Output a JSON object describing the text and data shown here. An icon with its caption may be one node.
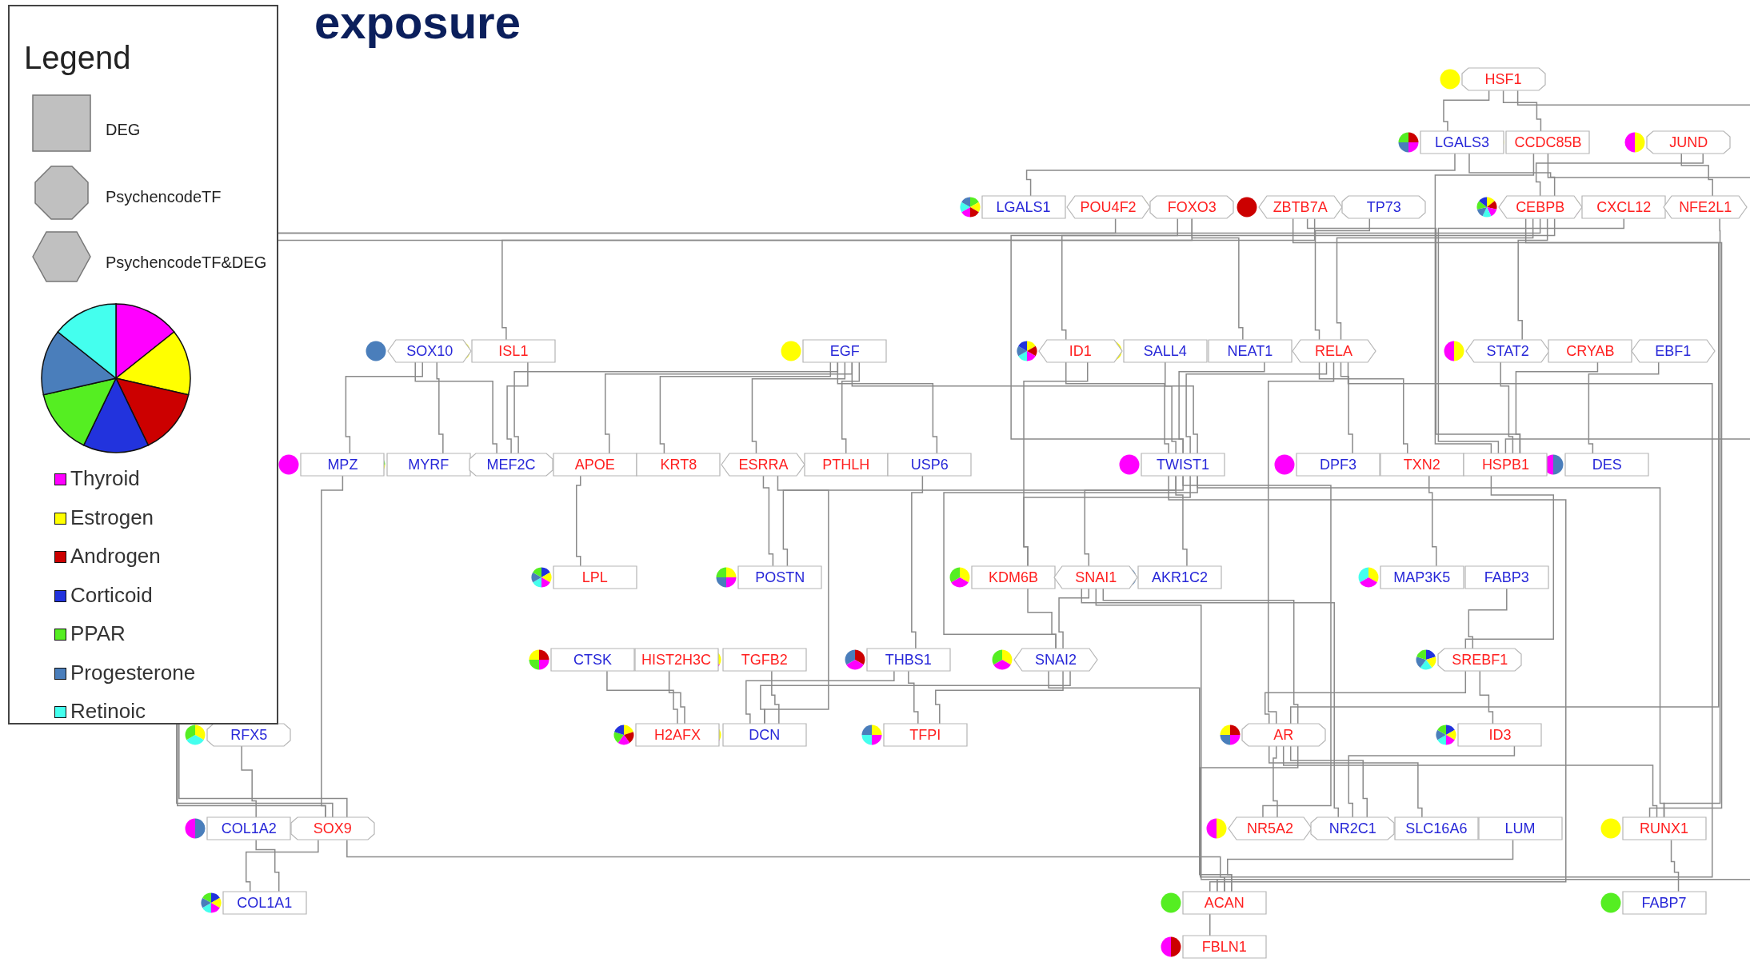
{
  "diagram": {
    "title": "exposure",
    "nodes": [
      {
        "text": [
          "HSF1"
        ]
      },
      {
        "text": [
          "LGALS3"
        ]
      },
      {
        "text": [
          "CCDC85B"
        ]
      },
      {
        "text": [
          "JUND"
        ]
      },
      {
        "text": [
          "LGALS1"
        ]
      },
      {
        "text": [
          "POU4F2"
        ]
      },
      {
        "text": [
          "FOXO3"
        ]
      },
      {
        "text": [
          "ZBTB7A"
        ]
      },
      {
        "text": [
          "TP73"
        ]
      },
      {
        "text": [
          "CEBPB"
        ]
      },
      {
        "text": [
          "CXCL12"
        ]
      },
      {
        "text": [
          "NFE2L1"
        ]
      },
      {
        "text": [
          "SOX10"
        ]
      },
      {
        "text": [
          "ISL1"
        ]
      },
      {
        "text": [
          "EGF"
        ]
      },
      {
        "text": [
          "ID1"
        ]
      },
      {
        "text": [
          "SALL4"
        ]
      },
      {
        "text": [
          "NEAT1"
        ]
      },
      {
        "text": [
          "RELA"
        ]
      },
      {
        "text": [
          "STAT2"
        ]
      },
      {
        "text": [
          "CRYAB"
        ]
      },
      {
        "text": [
          "EBF1"
        ]
      },
      {
        "text": [
          "MPZ"
        ]
      },
      {
        "text": [
          "MYRF"
        ]
      },
      {
        "text": [
          "MEF2C"
        ]
      },
      {
        "text": [
          "APOE"
        ]
      },
      {
        "text": [
          "KRT8"
        ]
      },
      {
        "text": [
          "ESRRA"
        ]
      },
      {
        "text": [
          "PTHLH"
        ]
      },
      {
        "text": [
          "USP6"
        ]
      },
      {
        "text": [
          "TWIST1"
        ]
      },
      {
        "text": [
          "DPF3"
        ]
      },
      {
        "text": [
          "TXN2"
        ]
      },
      {
        "text": [
          "HSPB1"
        ]
      },
      {
        "text": [
          "DES"
        ]
      },
      {
        "text": [
          "LPL"
        ]
      },
      {
        "text": [
          "POSTN"
        ]
      },
      {
        "text": [
          "KDM6B"
        ]
      },
      {
        "text": [
          "SNAI1"
        ]
      },
      {
        "text": [
          "AKR1C2"
        ]
      },
      {
        "text": [
          "MAP3K5"
        ]
      },
      {
        "text": [
          "FABP3"
        ]
      },
      {
        "text": [
          "CTSK"
        ]
      },
      {
        "text": [
          "HIST2H3C"
        ]
      },
      {
        "text": [
          "TGFB2"
        ]
      },
      {
        "text": [
          "THBS1"
        ]
      },
      {
        "text": [
          "SNAI2"
        ]
      },
      {
        "text": [
          "SREBF1"
        ]
      },
      {
        "text": [
          "RFX5"
        ]
      },
      {
        "text": [
          "H2AFX"
        ]
      },
      {
        "text": [
          "DCN"
        ]
      },
      {
        "text": [
          "TFPI"
        ]
      },
      {
        "text": [
          "AR"
        ]
      },
      {
        "text": [
          "ID3"
        ]
      },
      {
        "text": [
          "COL1A2"
        ]
      },
      {
        "text": [
          "SOX9"
        ]
      },
      {
        "text": [
          "NR5A2"
        ]
      },
      {
        "text": [
          "NR2C1"
        ]
      },
      {
        "text": [
          "SLC16A6"
        ]
      },
      {
        "text": [
          "LUM"
        ]
      },
      {
        "text": [
          "RUNX1"
        ]
      },
      {
        "text": [
          "COL1A1"
        ]
      },
      {
        "text": [
          "ACAN"
        ]
      },
      {
        "text": [
          "FABP7"
        ]
      },
      {
        "text": [
          "FBLN1"
        ]
      }
    ],
    "edges": [
      {
        "from": 0,
        "to": 1,
        "arrow": "none"
      },
      {
        "from": 0,
        "to": 2,
        "arrow": "none"
      },
      {
        "from": 0,
        "to": 33,
        "arrow": "none"
      },
      {
        "from": 1,
        "to": 4,
        "arrow": "none"
      },
      {
        "from": 1,
        "to": 9,
        "arrow": "none"
      },
      {
        "from": 2,
        "to": 33,
        "arrow": "none"
      },
      {
        "from": 2,
        "to": 62,
        "arrow": "none"
      },
      {
        "from": 3,
        "to": 9,
        "arrow": "none"
      },
      {
        "from": 3,
        "to": 11,
        "arrow": "none"
      },
      {
        "from": 5,
        "to": 55,
        "arrow": "none"
      },
      {
        "from": 6,
        "to": 15,
        "arrow": "none"
      },
      {
        "from": 6,
        "to": 17,
        "arrow": "none"
      },
      {
        "from": 7,
        "to": 55,
        "arrow": "none"
      },
      {
        "from": 7,
        "to": 52,
        "arrow": "none"
      },
      {
        "from": 7,
        "to": 33,
        "arrow": "none"
      },
      {
        "from": 8,
        "to": 18,
        "arrow": "none"
      },
      {
        "from": 9,
        "to": 55,
        "arrow": "none"
      },
      {
        "from": 9,
        "to": 30,
        "arrow": "none"
      },
      {
        "from": 9,
        "to": 18,
        "arrow": "none"
      },
      {
        "from": 9,
        "to": 19,
        "arrow": "none"
      },
      {
        "from": 9,
        "to": 60,
        "arrow": "none"
      },
      {
        "from": 10,
        "to": 33,
        "arrow": "none"
      },
      {
        "from": 11,
        "to": 60,
        "arrow": "none"
      },
      {
        "from": 12,
        "to": 22,
        "arrow": "none"
      },
      {
        "from": 12,
        "to": 23,
        "arrow": "none"
      },
      {
        "from": 12,
        "to": 24,
        "arrow": "none"
      },
      {
        "from": 13,
        "to": 6,
        "arrow": "none"
      },
      {
        "from": 13,
        "to": 24,
        "arrow": "none"
      },
      {
        "from": 14,
        "to": 24,
        "arrow": "none"
      },
      {
        "from": 14,
        "to": 25,
        "arrow": "none"
      },
      {
        "from": 14,
        "to": 26,
        "arrow": "none"
      },
      {
        "from": 14,
        "to": 27,
        "arrow": "none"
      },
      {
        "from": 14,
        "to": 28,
        "arrow": "none"
      },
      {
        "from": 14,
        "to": 29,
        "arrow": "none"
      },
      {
        "from": 14,
        "to": 30,
        "arrow": "none"
      },
      {
        "from": 25,
        "to": 35,
        "arrow": "none"
      },
      {
        "from": 27,
        "to": 36,
        "arrow": "none"
      },
      {
        "from": 27,
        "to": 50,
        "arrow": "none"
      },
      {
        "from": 29,
        "to": 45,
        "arrow": "none"
      },
      {
        "from": 15,
        "to": 37,
        "arrow": "none"
      },
      {
        "from": 15,
        "to": 30,
        "arrow": "none"
      },
      {
        "from": 16,
        "to": 30,
        "arrow": "none"
      },
      {
        "from": 17,
        "to": 30,
        "arrow": "none"
      },
      {
        "from": 18,
        "to": 30,
        "arrow": "none"
      },
      {
        "from": 18,
        "to": 31,
        "arrow": "none"
      },
      {
        "from": 18,
        "to": 32,
        "arrow": "none"
      },
      {
        "from": 18,
        "to": 52,
        "arrow": "none"
      },
      {
        "from": 18,
        "to": 62,
        "arrow": "none"
      },
      {
        "from": 19,
        "to": 33,
        "arrow": "none"
      },
      {
        "from": 20,
        "to": 33,
        "arrow": "none"
      },
      {
        "from": 21,
        "to": 34,
        "arrow": "none"
      },
      {
        "from": 30,
        "to": 38,
        "arrow": "none"
      },
      {
        "from": 30,
        "to": 46,
        "arrow": "none"
      },
      {
        "from": 30,
        "to": 39,
        "arrow": "none"
      },
      {
        "from": 30,
        "to": 37,
        "arrow": "none"
      },
      {
        "from": 30,
        "to": 62,
        "arrow": "none"
      },
      {
        "from": 30,
        "to": 56,
        "arrow": "none"
      },
      {
        "from": 30,
        "to": 60,
        "arrow": "none"
      },
      {
        "from": 30,
        "to": 36,
        "arrow": "none"
      },
      {
        "from": 32,
        "to": 40,
        "arrow": "none"
      },
      {
        "from": 33,
        "to": 47,
        "arrow": "none"
      },
      {
        "from": 41,
        "to": 47,
        "arrow": "none"
      },
      {
        "from": 37,
        "to": 46,
        "arrow": "none"
      },
      {
        "from": 38,
        "to": 46,
        "arrow": "none"
      },
      {
        "from": 38,
        "to": 52,
        "arrow": "none"
      },
      {
        "from": 38,
        "to": 57,
        "arrow": "none"
      },
      {
        "from": 38,
        "to": 62,
        "arrow": "none"
      },
      {
        "from": 42,
        "to": 49,
        "arrow": "none"
      },
      {
        "from": 43,
        "to": 49,
        "arrow": "none"
      },
      {
        "from": 44,
        "to": 50,
        "arrow": "none"
      },
      {
        "from": 45,
        "to": 50,
        "arrow": "none"
      },
      {
        "from": 45,
        "to": 51,
        "arrow": "none"
      },
      {
        "from": 46,
        "to": 50,
        "arrow": "none"
      },
      {
        "from": 46,
        "to": 62,
        "arrow": "none"
      },
      {
        "from": 46,
        "to": 51,
        "arrow": "none"
      },
      {
        "from": 47,
        "to": 52,
        "arrow": "none"
      },
      {
        "from": 47,
        "to": 53,
        "arrow": "none"
      },
      {
        "from": 53,
        "to": 57,
        "arrow": "none"
      },
      {
        "from": 52,
        "to": 56,
        "arrow": "none"
      },
      {
        "from": 52,
        "to": 57,
        "arrow": "none"
      },
      {
        "from": 52,
        "to": 58,
        "arrow": "none"
      },
      {
        "from": 52,
        "to": 60,
        "arrow": "none"
      },
      {
        "from": 52,
        "to": 62,
        "arrow": "none"
      },
      {
        "from": 48,
        "to": 54,
        "arrow": "none"
      },
      {
        "from": 54,
        "to": 61,
        "arrow": "none"
      },
      {
        "from": 55,
        "to": 61,
        "arrow": "none"
      },
      {
        "from": 22,
        "to": 55,
        "arrow": "none"
      },
      {
        "from": 55,
        "to": 62,
        "arrow": "none"
      },
      {
        "from": 59,
        "to": 62,
        "arrow": "none"
      },
      {
        "from": 60,
        "to": 63,
        "arrow": "none"
      },
      {
        "from": 62,
        "to": 64,
        "arrow": "none"
      }
    ],
    "labels": [
      "Legend"
    ],
    "legend": [
      {
        "text": "DEG"
      },
      {
        "text": "PsychencodeTF"
      },
      {
        "text": "PsychencodeTF&DEG"
      },
      {
        "text": "Thyroid",
        "color": "#ff00ff"
      },
      {
        "text": "Estrogen",
        "color": "#ffff00"
      },
      {
        "text": "Androgen",
        "color": "#cc0000"
      },
      {
        "text": "Corticoid",
        "color": "#2233dd"
      },
      {
        "text": "PPAR",
        "color": "#55ee22"
      },
      {
        "text": "Progesterone",
        "color": "#4a7ebb"
      },
      {
        "text": "Retinoic",
        "color": "#44ffee"
      }
    ]
  }
}
